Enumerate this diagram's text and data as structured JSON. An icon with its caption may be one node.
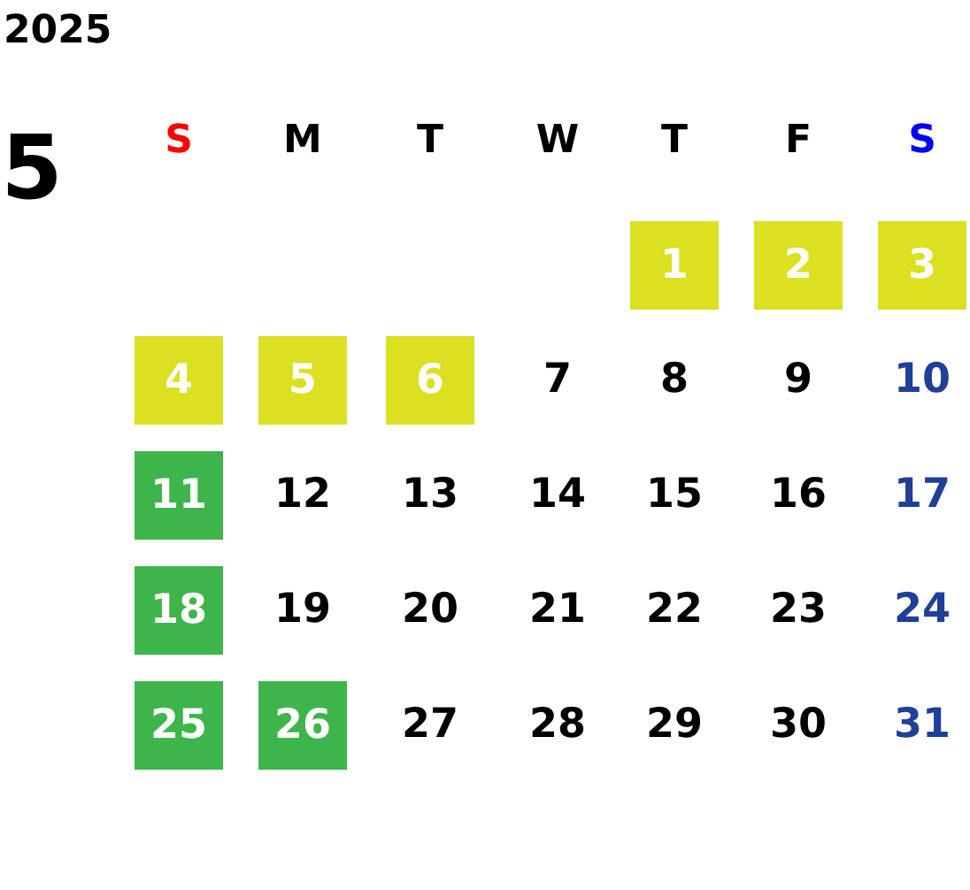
{
  "diagram": {
    "title": "2025",
    "nodes": [
      {
        "text": [
          "1"
        ]
      },
      {
        "text": [
          "2"
        ]
      },
      {
        "text": [
          "3"
        ]
      },
      {
        "text": [
          "4"
        ]
      },
      {
        "text": [
          "5"
        ]
      },
      {
        "text": [
          "6"
        ]
      },
      {
        "text": [
          "11"
        ]
      },
      {
        "text": [
          "18"
        ]
      },
      {
        "text": [
          "25"
        ]
      },
      {
        "text": [
          "26"
        ]
      }
    ],
    "labels": [
      "5",
      "S",
      "M",
      "T",
      "W",
      "T",
      "F",
      "S",
      "7",
      "8",
      "9",
      "10",
      "12",
      "13",
      "14",
      "15",
      "16",
      "17",
      "19",
      "20",
      "21",
      "22",
      "23",
      "24",
      "27",
      "28",
      "29",
      "30",
      "31"
    ]
  }
}
